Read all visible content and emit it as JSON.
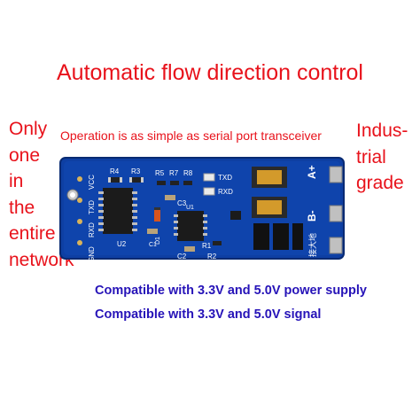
{
  "title": "Automatic flow direction control",
  "subtitle": "Operation is as simple as serial port transceiver",
  "left_text": [
    "Only",
    "one",
    "in",
    "the",
    "entire",
    "network"
  ],
  "right_text": [
    "Indus-",
    "trial",
    "grade"
  ],
  "compat_lines": [
    "Compatible with 3.3V and 5.0V power supply",
    "Compatible with 3.3V and 5.0V signal"
  ],
  "board": {
    "pins_left": [
      "GND",
      "RXD",
      "TXD",
      "VCC"
    ],
    "pins_right": [
      "A+",
      "B-"
    ],
    "refs": {
      "r4": "R4",
      "r3": "R3",
      "r5": "R5",
      "r7": "R7",
      "r8": "R8",
      "c3": "C3",
      "d1": "D1",
      "c1": "C1",
      "c2": "C2",
      "r1": "R1",
      "r2": "R2",
      "u1": "U1",
      "u2": "U2"
    },
    "led_labels": [
      "TXD",
      "RXD"
    ],
    "chinese_label": "接大地",
    "colors": {
      "pcb": "#0e3fa3",
      "text": "#e8121b",
      "compat": "#2613b8"
    }
  }
}
